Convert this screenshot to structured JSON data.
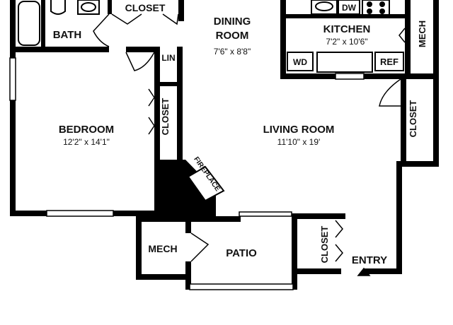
{
  "rooms": {
    "closet_top": "CLOSET",
    "bath": "BATH",
    "dining": {
      "name_line1": "DINING",
      "name_line2": "ROOM",
      "size": "7'6\" x 8'8\""
    },
    "kitchen": {
      "name": "KITCHEN",
      "size": "7'2\" x 10'6\""
    },
    "mech_right": "MECH",
    "lin": "LIN",
    "wd": "WD",
    "ref": "REF",
    "dw": "DW",
    "bedroom": {
      "name": "BEDROOM",
      "size": "12'2\" x 14'1\""
    },
    "closet_bedroom": "CLOSET",
    "fireplace": "FIREPLACE",
    "living": {
      "name": "LIVING ROOM",
      "size": "11'10\" x 19'"
    },
    "closet_right": "CLOSET",
    "mech_bottom": "MECH",
    "patio": "PATIO",
    "closet_entry": "CLOSET",
    "entry": "ENTRY"
  }
}
